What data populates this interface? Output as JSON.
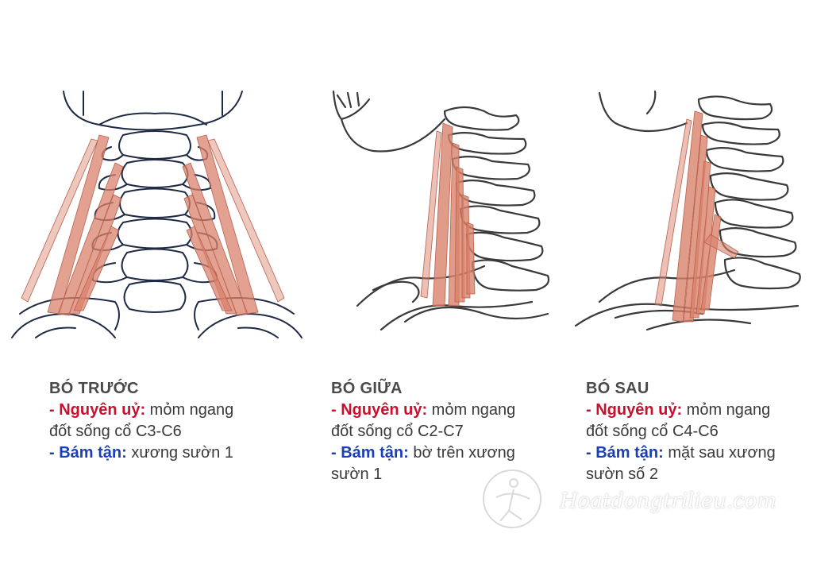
{
  "colors": {
    "origin_label": "#c8102e",
    "insertion_label": "#1b3fb8",
    "muscle": "#d9826c",
    "bone_outline": "#1f2a44"
  },
  "panels": [
    {
      "title": "BÓ TRƯỚC",
      "origin_label": "- Nguyên uỷ:",
      "origin_text_1": " mỏm ngang",
      "origin_text_2": "đốt sống cổ C3-C6",
      "insertion_label": "- Bám tận:",
      "insertion_text_1": " xương sườn 1",
      "insertion_text_2": ""
    },
    {
      "title": "BÓ GIỮA",
      "origin_label": "- Nguyên uỷ:",
      "origin_text_1": " mỏm ngang",
      "origin_text_2": "đốt sống cổ C2-C7",
      "insertion_label": "- Bám tận:",
      "insertion_text_1": " bờ trên xương",
      "insertion_text_2": "sườn 1"
    },
    {
      "title": "BÓ SAU",
      "origin_label": "- Nguyên uỷ:",
      "origin_text_1": " mỏm ngang",
      "origin_text_2": "đốt sống cổ C4-C6",
      "insertion_label": "- Bám tận:",
      "insertion_text_1": " mặt sau xương",
      "insertion_text_2": "sườn số 2"
    }
  ],
  "watermark": {
    "text": "Hoatdongtrilieu.com",
    "icon": "person-circle-logo-icon"
  }
}
